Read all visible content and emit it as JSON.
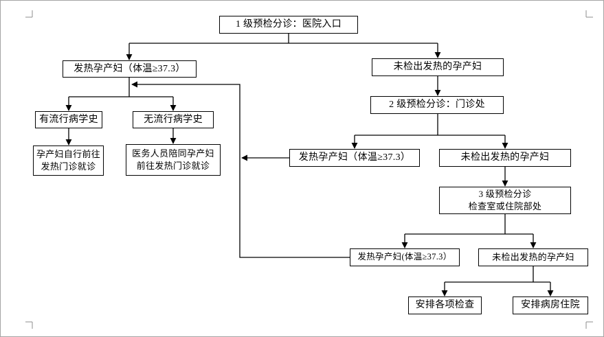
{
  "page": {
    "background": "#ffffff",
    "frame_border_color": "#a3a3a3",
    "crop_mark_color": "#8c8c8c"
  },
  "flowchart": {
    "line_color": "#000000",
    "box_border_color": "#000000",
    "text_color": "#000000",
    "nodes": {
      "level1_triage": {
        "label": "1 级预检分诊：医院入口"
      },
      "febrile_l1": {
        "label": "发热孕产妇（体温≥37.3）"
      },
      "nofever_l1": {
        "label": "未检出发热的孕产妇"
      },
      "level2_triage": {
        "label": "2 级预检分诊：门诊处"
      },
      "epi_history_yes": {
        "label": "有流行病学史"
      },
      "epi_history_no": {
        "label": "无流行病学史"
      },
      "self_visit_fever_clinic": {
        "label": "孕产妇自行前往\n发热门诊就诊"
      },
      "staff_accompany_fever_clinic": {
        "label": "医务人员陪同孕产妇\n前往发热门诊就诊"
      },
      "febrile_l2": {
        "label": "发热孕产妇（体温≥37.3）"
      },
      "nofever_l2": {
        "label": "未检出发热的孕产妇"
      },
      "level3_triage": {
        "label": "3 级预检分诊\n检查室或住院部处"
      },
      "febrile_l3": {
        "label": "发热孕产妇(体温≥37.3）"
      },
      "nofever_l3": {
        "label": "未检出发热的孕产妇"
      },
      "arrange_examinations": {
        "label": "安排各项检查"
      },
      "arrange_ward_admission": {
        "label": "安排病房住院"
      }
    }
  }
}
